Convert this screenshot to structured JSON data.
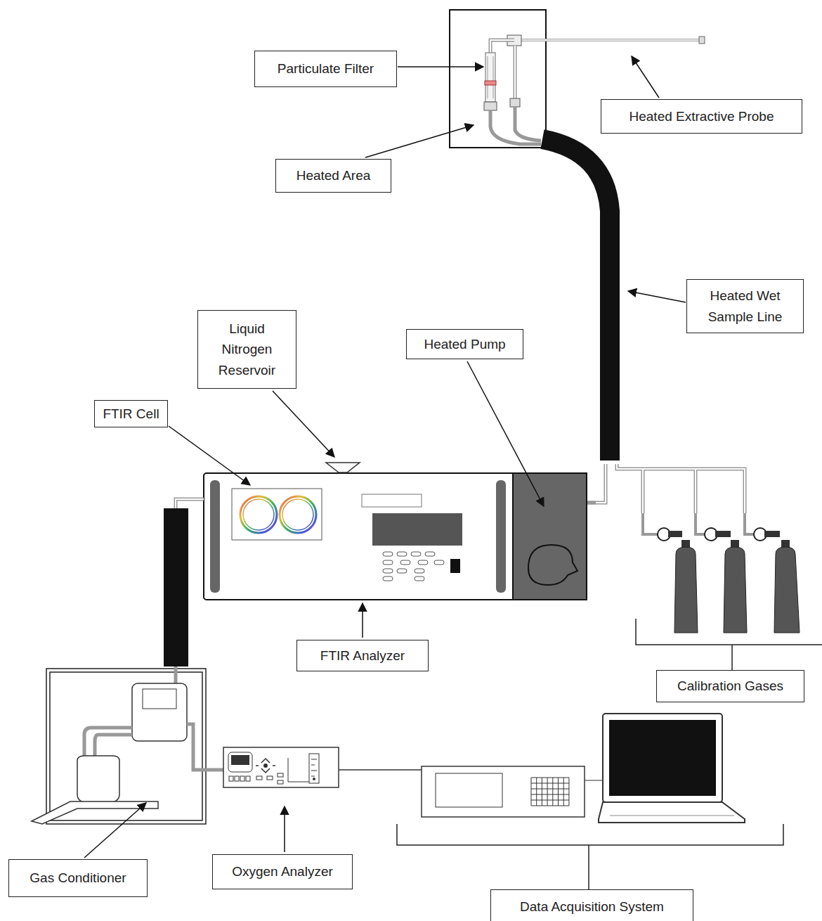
{
  "diagram": {
    "nodes": [
      {
        "text": [
          "Particulate Filter"
        ]
      },
      {
        "text": [
          "Heated Extractive Probe"
        ]
      },
      {
        "text": [
          "Heated Area"
        ]
      },
      {
        "text": [
          "Heated Wet Sample Line"
        ]
      },
      {
        "text": [
          "Liquid Nitrogen Reservoir"
        ]
      },
      {
        "text": [
          "Heated Pump"
        ]
      },
      {
        "text": [
          "FTIR Cell"
        ]
      },
      {
        "text": [
          "FTIR Analyzer"
        ]
      },
      {
        "text": [
          "Calibration Gases"
        ]
      },
      {
        "text": [
          "Gas Conditioner"
        ]
      },
      {
        "text": [
          "Oxygen Analyzer"
        ]
      },
      {
        "text": [
          "Data Acquisition System"
        ]
      }
    ]
  }
}
